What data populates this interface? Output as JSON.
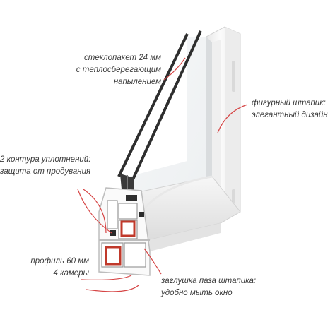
{
  "callouts": {
    "glass_unit": {
      "line1": "стеклопакет 24 мм",
      "line2": "с теплосберегающим",
      "line3": "напылением"
    },
    "glazing_bead": {
      "line1": "фигурный штапик:",
      "line2": "элегантный дизайн"
    },
    "seals": {
      "line1": "2 контура уплотнений:",
      "line2": "защита от продувания"
    },
    "profile": {
      "line1": "профиль 60 мм",
      "line2": "4 камеры"
    },
    "bead_cap": {
      "line1": "заглушка паза штапика:",
      "line2": "удобно мыть окно"
    }
  },
  "colors": {
    "accent": "#d64545",
    "frame": "#f2f2f2",
    "glass": "#e9ecee",
    "text": "#3a3a3a"
  }
}
